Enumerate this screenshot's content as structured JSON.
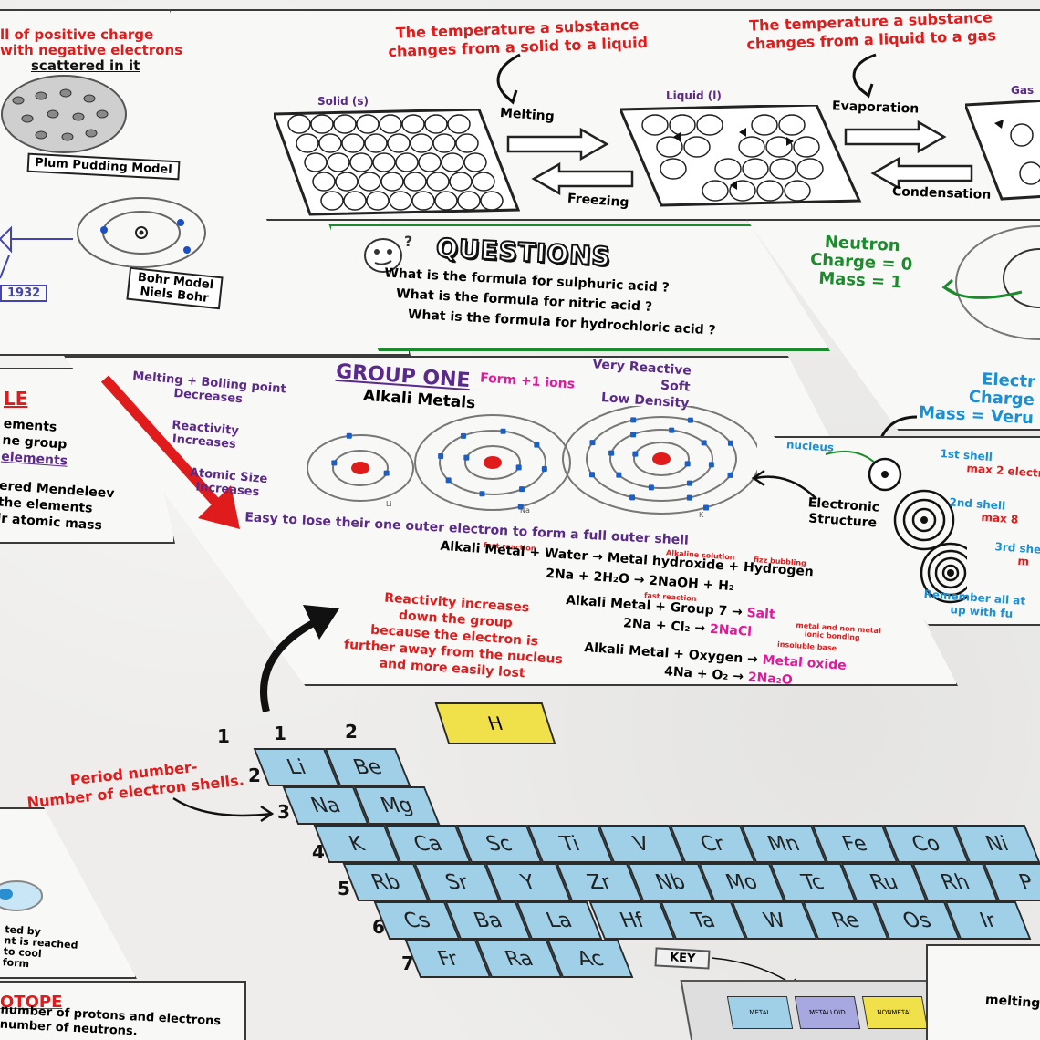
{
  "top_left": {
    "line1": "ll of positive charge",
    "line2": "with negative electrons",
    "line3": "scattered in it",
    "plum_label": "Plum Pudding Model",
    "year": "1932",
    "bohr_label1": "Bohr Model",
    "bohr_label2": "Niels Bohr"
  },
  "states": {
    "note_melting": [
      "The temperature a substance",
      "changes from a solid to a liquid"
    ],
    "note_boiling": [
      "The temperature a substance",
      "changes from a liquid to a gas"
    ],
    "solid_label": "Solid (s)",
    "liquid_label": "Liquid (l)",
    "gas_label": "Gas",
    "melting": "Melting",
    "freezing": "Freezing",
    "evaporation": "Evaporation",
    "condensation": "Condensation"
  },
  "questions": {
    "title": "QUESTIONS",
    "items": [
      "What is the formula for sulphuric acid ?",
      "What is the formula for nitric acid ?",
      "What is the formula for hydrochloric acid ?"
    ]
  },
  "atom_right": {
    "neutron": [
      "Neutron",
      "Charge = 0",
      "Mass = 1"
    ],
    "electron": [
      "Electr",
      "Charge",
      "Mass = Veru"
    ]
  },
  "left_mid": {
    "title": "LE",
    "lines": [
      "ements",
      "ne group",
      "elements",
      "ered Mendeleev",
      "the elements",
      "ir atomic mass"
    ]
  },
  "group_one": {
    "title": "GROUP ONE",
    "subtitle": "Alkali Metals",
    "ions": "Form +1 ions",
    "props": [
      "Very Reactive",
      "Soft",
      "Low Density"
    ],
    "trends": [
      "Melting + Boiling point",
      "Decreases",
      "Reactivity",
      "Increases",
      "Atomic Size",
      "Increases"
    ],
    "atom_labels": [
      "Li",
      "Na",
      "K"
    ],
    "outer_shell": "Easy to lose their one outer electron to form a full outer shell",
    "reactivity_note": [
      "Reactivity increases",
      "down the group",
      "because the electron is",
      "further away from the nucleus",
      "and more easily lost"
    ],
    "small_notes": [
      "fast reaction",
      "Alkaline solution",
      "fizz bubbling",
      "fast reaction",
      "metal and non metal",
      "ionic bonding",
      "insoluble base"
    ],
    "eq1_word": [
      "Alkali Metal + Water",
      "Metal hydroxide + Hydrogen"
    ],
    "eq1_sym": [
      "2Na + 2H₂O",
      "2NaOH + H₂"
    ],
    "eq2_word": [
      "Alkali Metal + Group 7",
      "Salt"
    ],
    "eq2_sym": [
      "2Na + Cl₂",
      "2NaCl"
    ],
    "eq3_word": [
      "Alkali Metal + Oxygen",
      "Metal oxide"
    ],
    "eq3_sym": [
      "4Na + O₂",
      "2Na₂O"
    ]
  },
  "shells": {
    "nucleus": "nucleus",
    "electronic": [
      "Electronic",
      "Structure"
    ],
    "shell1": [
      "1st shell",
      "max 2 electr"
    ],
    "shell2": [
      "2nd shell",
      "max 8"
    ],
    "shell3": [
      "3rd shel",
      "m"
    ],
    "remember": [
      "Remember all at",
      "up with fu"
    ]
  },
  "periodic": {
    "group_numbers": [
      "1",
      "1",
      "2"
    ],
    "period_numbers": [
      "2",
      "3",
      "4",
      "5",
      "6",
      "7"
    ],
    "period_note": [
      "Period number-",
      "Number of electron shells."
    ],
    "hydrogen": "H",
    "rows": [
      [
        "Li",
        "Be"
      ],
      [
        "Na",
        "Mg"
      ],
      [
        "K",
        "Ca",
        "Sc",
        "Ti",
        "V",
        "Cr",
        "Mn",
        "Fe",
        "Co",
        "Ni"
      ],
      [
        "Rb",
        "Sr",
        "Y",
        "Zr",
        "Nb",
        "Mo",
        "Tc",
        "Ru",
        "Rh",
        "P"
      ],
      [
        "Cs",
        "Ba",
        "La",
        "Hf",
        "Ta",
        "W",
        "Re",
        "Os",
        "Ir"
      ],
      [
        "Fr",
        "Ra",
        "Ac"
      ]
    ],
    "key_label": "KEY",
    "key_items": [
      "METAL",
      "METALLOID",
      "NONMETAL"
    ],
    "melting_corner": "melting"
  },
  "bottom_left": {
    "isotope_title": "OTOPE",
    "isotope_lines": [
      "number of protons and electrons",
      "number of neutrons."
    ],
    "cool_lines": [
      "ted by",
      "nt is reached",
      "to cool",
      "form"
    ]
  },
  "colors": {
    "red": "#e01b1b",
    "purple": "#5a2a8a",
    "blue": "#1b8fd6",
    "green": "#1e8a2e",
    "pink": "#e0189a",
    "element_fill": "#9fd0e8",
    "hydrogen_fill": "#f0e04a",
    "metalloid_fill": "#a8a8e0"
  }
}
